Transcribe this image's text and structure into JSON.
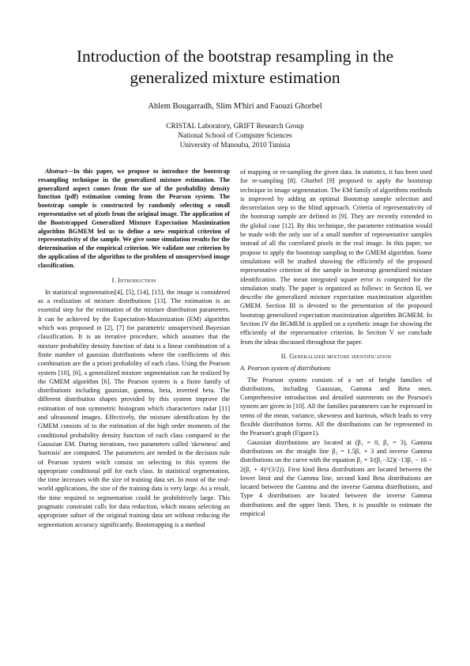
{
  "paper": {
    "title_line1": "Introduction of the bootstrap resampling in the",
    "title_line2": "generalized mixture estimation",
    "authors": "Ahlem Bougarradh, Slim M'hiri and Faouzi Ghorbel",
    "affiliation": [
      "CRISTAL Laboratory, GRIFT Research Group",
      "National School of Computer Sciences",
      "University of Manouba, 2010 Tunisia"
    ],
    "abstract_lead": "Abstract",
    "abstract_text": "—In this paper, we propose to introduce the bootstrap resampling technique in the generalized mixture estimation. The generalized aspect comes from the use of the probability density function (pdf) estimation coming from the Pearson system. The bootstrap sample is constructed by randomly selecting a small representative set of pixels from the original image. The application of the Bootstrapped Generalized Mixture Expectation Maximization algorithm BGMEM led us to define a new empirical criterion of representativity of the sample. We give some simulation results for the determination of the empirical criterion. We validate our criterion by the application of the algorithm to the problem of unsupervised image classification.",
    "section1_heading": "I. Introduction",
    "section1_paragraph": "In statistical segmentation[4], [5], [14], [15], the image is considered as a realization of mixture distributions [13]. The estimation is an essential step for the estimation of the mixture distribution parameters. It can be achieved by the Expectation-Maximization (EM) algorithm which was proposed in [2], [7] for parametric unsupervised Bayesian classification. It is an iterative procedure, which assumes that the mixture probability density function of data is a linear combination of a finite number of gaussian distributions where the coefficients of this combination are the a priori probability of each class. Using the Pearson system [10], [6], a generalized mixture segmentation can be realized by the GMEM algorithm [6]. The Pearson system is a finite family of distributions including gaussian, gamma, beta, inverted beta. The different distribution shapes provided by this system improve the estimation of non symmetric histogram which characterizes radar [11] and ultrasound images. Effectively, the mixture identification by the GMEM consists of to the estimation of the high order moments of the conditional probability density function of each class compared to the Gaussian EM. During iterations, two parameters called 'skewness' and 'kurtosis' are computed. The parameters are needed in the decision rule of Pearson system witch consist on selecting in this system the appropriate conditional pdf for each class. In statistical segmentation, the time increases with the size of training data set. In most of the real-world applications, the size of the training data is very large. As a result, the time required to segmentation could be prohibitively large. This pragmatic constraint calls for data reduction, which means selecting an appropriate subset of the original training data set without reducing the segmentation accuracy significantly. Bootstrapping is a method",
    "right_paragraph1": "of mapping or re-sampling the given data. In statistics, it has been used for re-sampling [8]. Ghorbel [9] proposed to apply the bootstrap technique in image segmentation. The EM family of algorithms methods is improved by adding an optimal Bootstrap sample selection and decorrelation step to the blind approach. Criteria of representativity of the bootstrap sample are defined in [9]. They are recently extended to the global case [12]. By this technique, the parameter estimation would be made with the only use of a small number of representative samples instead of all the correlated pixels in the real image. In this paper, we propose to apply the bootstrap sampling to the GMEM algorithm. Some simulations will be studied showing the efficiently of the proposed representative criterion of the sample in bootstrap generalized mixture identification. The mean integrated square error is computed for the simulation study. The paper is organized as follows: in Section II, we describe the generalized mixture expectation maximization algorithm GMEM. Section III is devoted to the presentation of the proposed bootstrap generalized expectation maximization algorithm BGMEM. In Section IV the BGMEM is applied on a synthetic image for showing the efficiently of the representative criterion. In Section V we conclude from the ideas discussed throughout the paper.",
    "section2_heading": "II. Generalized mixture identification",
    "subsection_a_heading": "A. Pearson system of distributions",
    "right_paragraph2": "The Pearson system consists of a set of height families of distributions, including Gaussian, Gamma and Beta ones. Comprehensive introduction and detailed statements on the Pearson's system are given in [10]. All the families parameters can be expressed in terms of the mean, variance, skewness and kurtosis, which leads to very flexible distribution forms. All the distributions can be represented in the Pearson's graph (Figure1).",
    "right_paragraph3": "Gaussian distributions are located at (β₁ = 0, β₂ = 3), Gamma distributions on the straight line β₂ = 1.5β₁ + 3 and inverse Gamma distributions on the curve with the equation β₂ = 3/(β₁−32)(−13β₁ − 16 − 2(β₁ + 4)^(3/2)). First kind Beta distributions are located between the lower limit and the Gamma line, second kind Beta distributions are located between the Gamma and the inverse Gamma distributions, and Type 4 distributions are located between the inverse Gamma distributions and the upper limit. Then, it is possible to estimate the empirical"
  }
}
